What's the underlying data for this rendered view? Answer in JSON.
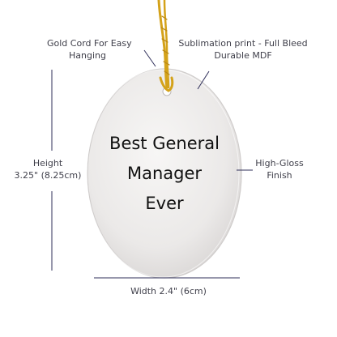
{
  "callouts": {
    "cord": [
      "Gold Cord For Easy",
      "Hanging"
    ],
    "print": [
      "Sublimation print - Full Bleed",
      "Durable MDF"
    ],
    "height": [
      "Height",
      "3.25\" (8.25cm)"
    ],
    "gloss": [
      "High-Gloss",
      "Finish"
    ],
    "width": "Width 2.4\" (6cm)"
  },
  "ornament": {
    "text_lines": [
      "Best General",
      "Manager",
      "Ever"
    ]
  },
  "colors": {
    "cord": "#d4a21a",
    "ornament_face": "#f1efee",
    "dimension_line": "#2f2f5a"
  }
}
